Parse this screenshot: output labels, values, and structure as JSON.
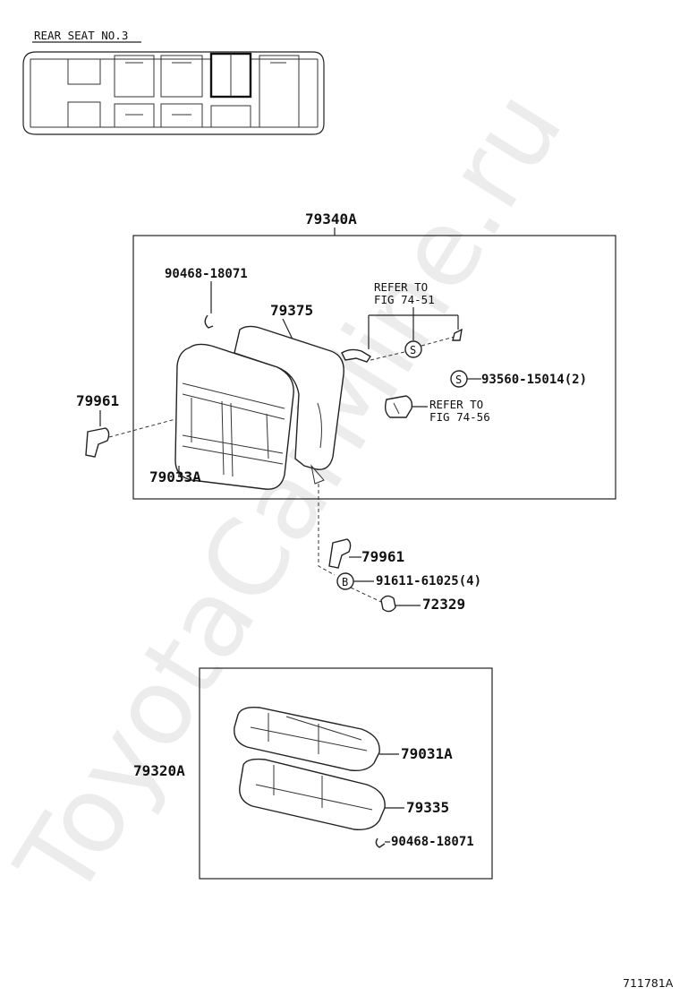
{
  "header": {
    "title": "REAR SEAT NO.3"
  },
  "groups": {
    "seatback_assy": "79340A",
    "cushion_assy": "79320A"
  },
  "parts": {
    "p90468_top": "90468-18071",
    "p79375": "79375",
    "refer1_line1": "REFER TO",
    "refer1_line2": "FIG 74-51",
    "p93560": "93560-15014(2)",
    "refer2_line1": "REFER TO",
    "refer2_line2": "FIG 74-56",
    "p79961_left": "79961",
    "p79033A": "79033A",
    "p79961_lower": "79961",
    "p91611": "91611-61025(4)",
    "p72329": "72329",
    "p79031A": "79031A",
    "p79335": "79335",
    "p90468_bottom": "90468-18071"
  },
  "markers": {
    "s1": "S",
    "s2": "S",
    "b1": "B"
  },
  "watermark": "ToyotaCarMine.ru",
  "footer": {
    "code": "711781A"
  }
}
